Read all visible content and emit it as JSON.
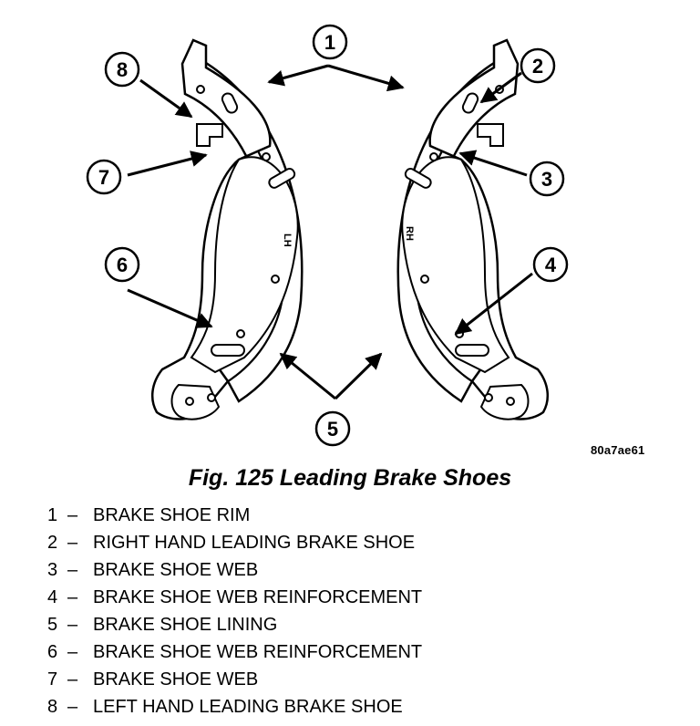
{
  "figure": {
    "code": "80a7ae61",
    "shoe_marks": {
      "left": "LH",
      "right": "RH"
    },
    "callouts": [
      "1",
      "2",
      "3",
      "4",
      "5",
      "6",
      "7",
      "8"
    ]
  },
  "caption": "Fig. 125 Leading Brake Shoes",
  "legend": [
    {
      "num": "1",
      "dash": "–",
      "text": "BRAKE SHOE RIM"
    },
    {
      "num": "2",
      "dash": "–",
      "text": "RIGHT HAND LEADING BRAKE SHOE"
    },
    {
      "num": "3",
      "dash": "–",
      "text": "BRAKE SHOE WEB"
    },
    {
      "num": "4",
      "dash": "–",
      "text": "BRAKE SHOE WEB REINFORCEMENT"
    },
    {
      "num": "5",
      "dash": "–",
      "text": "BRAKE SHOE LINING"
    },
    {
      "num": "6",
      "dash": "–",
      "text": "BRAKE SHOE WEB REINFORCEMENT"
    },
    {
      "num": "7",
      "dash": "–",
      "text": "BRAKE SHOE WEB"
    },
    {
      "num": "8",
      "dash": "–",
      "text": "LEFT HAND LEADING BRAKE SHOE"
    }
  ]
}
